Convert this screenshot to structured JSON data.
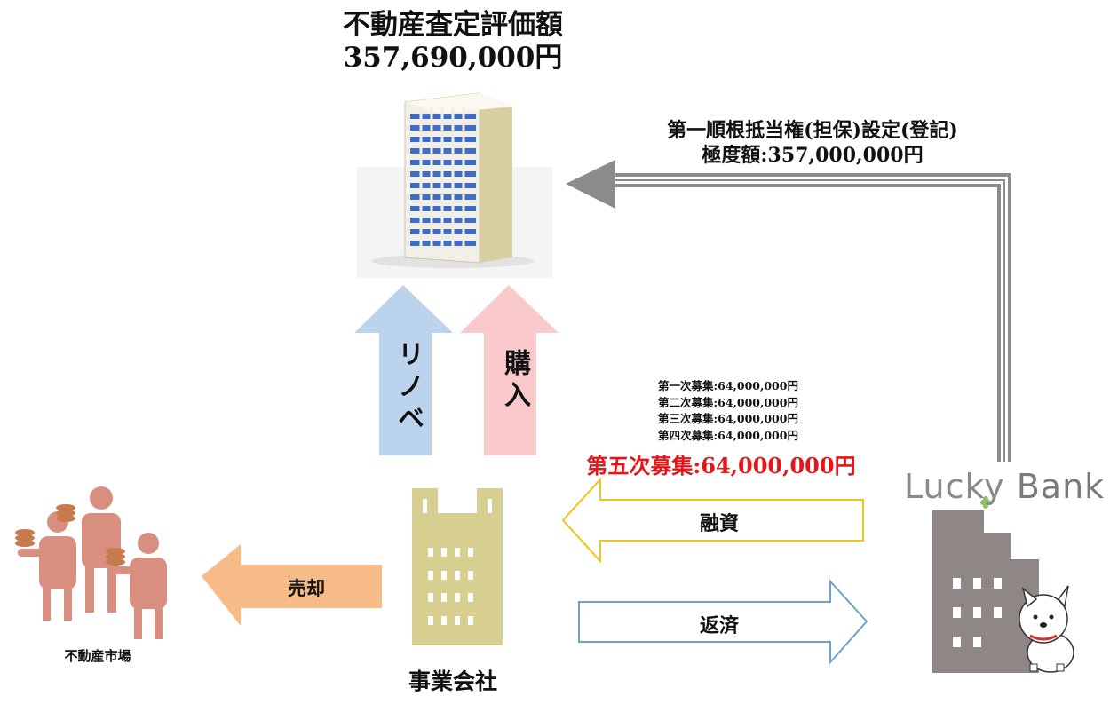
{
  "property": {
    "title": "不動産査定評価額",
    "value": "357,690,000円"
  },
  "mortgage": {
    "line1": "第一順根抵当権(担保)設定(登記)",
    "line2": "極度額:357,000,000円"
  },
  "arrows": {
    "renovation": "リノベ",
    "purchase": "購入",
    "financing": "融資",
    "repayment": "返済",
    "sale": "売却"
  },
  "fundraising": {
    "past_rounds": [
      "第一次募集:64,000,000円",
      "第二次募集:64,000,000円",
      "第三次募集:64,000,000円",
      "第四次募集:64,000,000円"
    ],
    "current_round": "第五次募集:64,000,000円"
  },
  "entities": {
    "company": "事業会社",
    "market": "不動産市場",
    "lender_logo_a": "Lucky",
    "lender_logo_b": "Bank"
  },
  "colors": {
    "renovation_arrow": "#bcd3ee",
    "purchase_arrow": "#f9c9cb",
    "financing_outline": "#f3c419",
    "repayment_outline": "#6ea2cc",
    "sale_arrow": "#f6bb86",
    "mortgage_arrow": "#8c8c8c",
    "current_round_text": "#e6151a",
    "company_building": "#d7cf8f",
    "bank_building": "#8f8786",
    "people": "#d98f80"
  }
}
